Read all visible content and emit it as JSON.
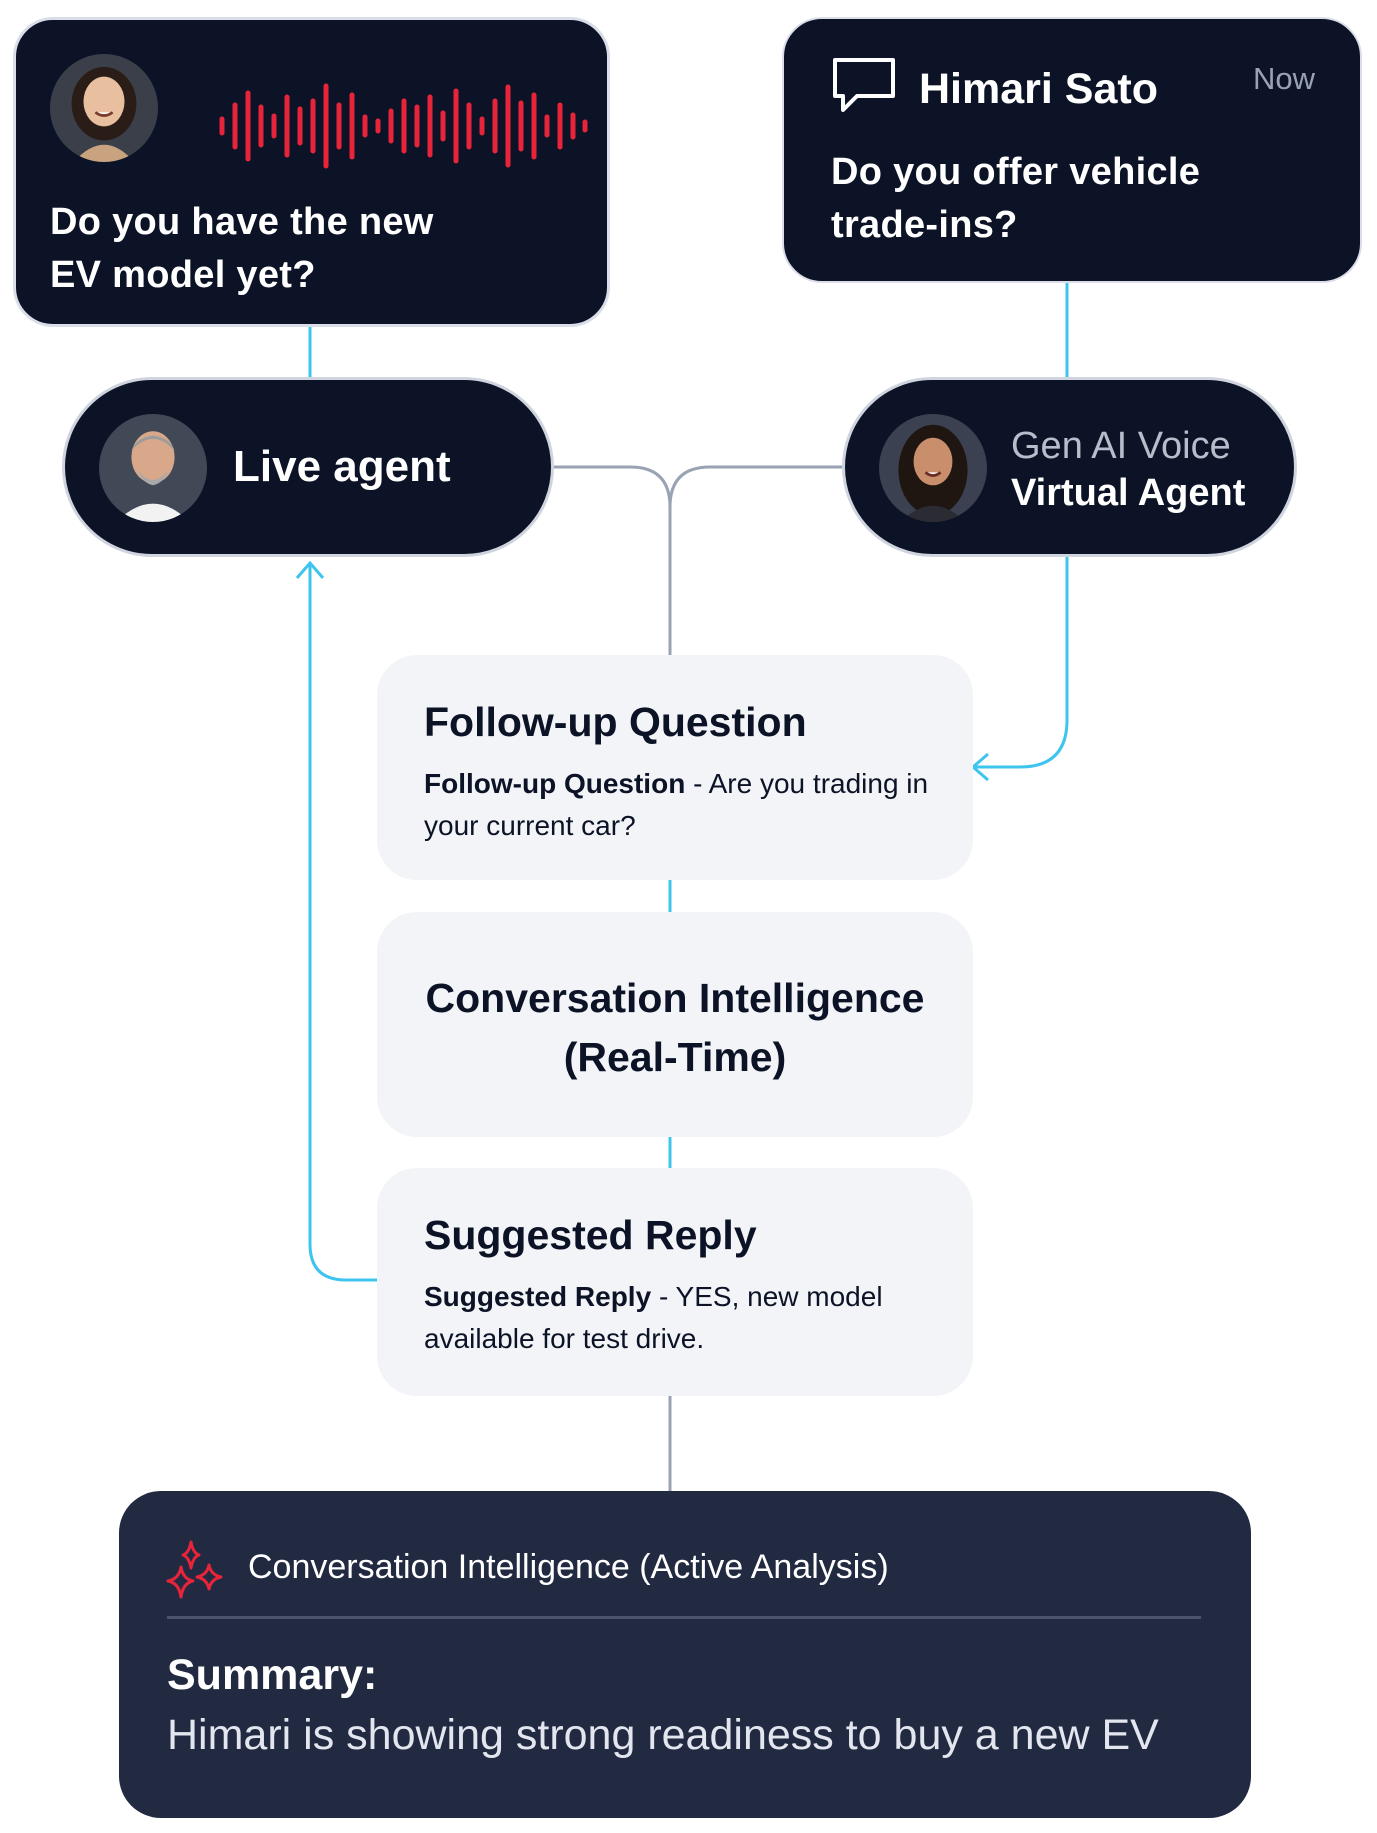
{
  "voice_card": {
    "question": "Do you have the new\nEV model yet?",
    "avatar": "woman-avatar",
    "waveform_icon": "audio-waveform-icon",
    "waveform_color": "#e8243a"
  },
  "chat_card": {
    "icon": "chat-bubble-icon",
    "name": "Himari Sato",
    "time": "Now",
    "question": "Do you offer vehicle\ntrade-ins?"
  },
  "live_agent": {
    "label": "Live agent",
    "avatar": "man-avatar"
  },
  "virtual_agent": {
    "line1": "Gen AI Voice",
    "line2": "Virtual Agent",
    "avatar": "woman-agent-avatar"
  },
  "follow_up": {
    "title": "Follow-up Question",
    "body_bold": "Follow-up Question",
    "body_rest": " - Are you trading in your current car?"
  },
  "ci_realtime": {
    "title": "Conversation Intelligence\n(Real-Time)"
  },
  "suggested": {
    "title": "Suggested Reply",
    "body_bold": "Suggested Reply",
    "body_rest": " - YES, new model available for test drive."
  },
  "summary": {
    "icon": "sparkle-icon",
    "heading": "Conversation Intelligence (Active Analysis)",
    "label": "Summary:",
    "text": "Himari is showing strong readiness to buy a new EV"
  },
  "colors": {
    "dark_navy": "#0c1326",
    "summary_bg": "#222a42",
    "card_light": "#f2f4f7",
    "connector_gray": "#9aa3b3",
    "connector_blue": "#3ec4ee",
    "accent_red": "#e8243a"
  }
}
